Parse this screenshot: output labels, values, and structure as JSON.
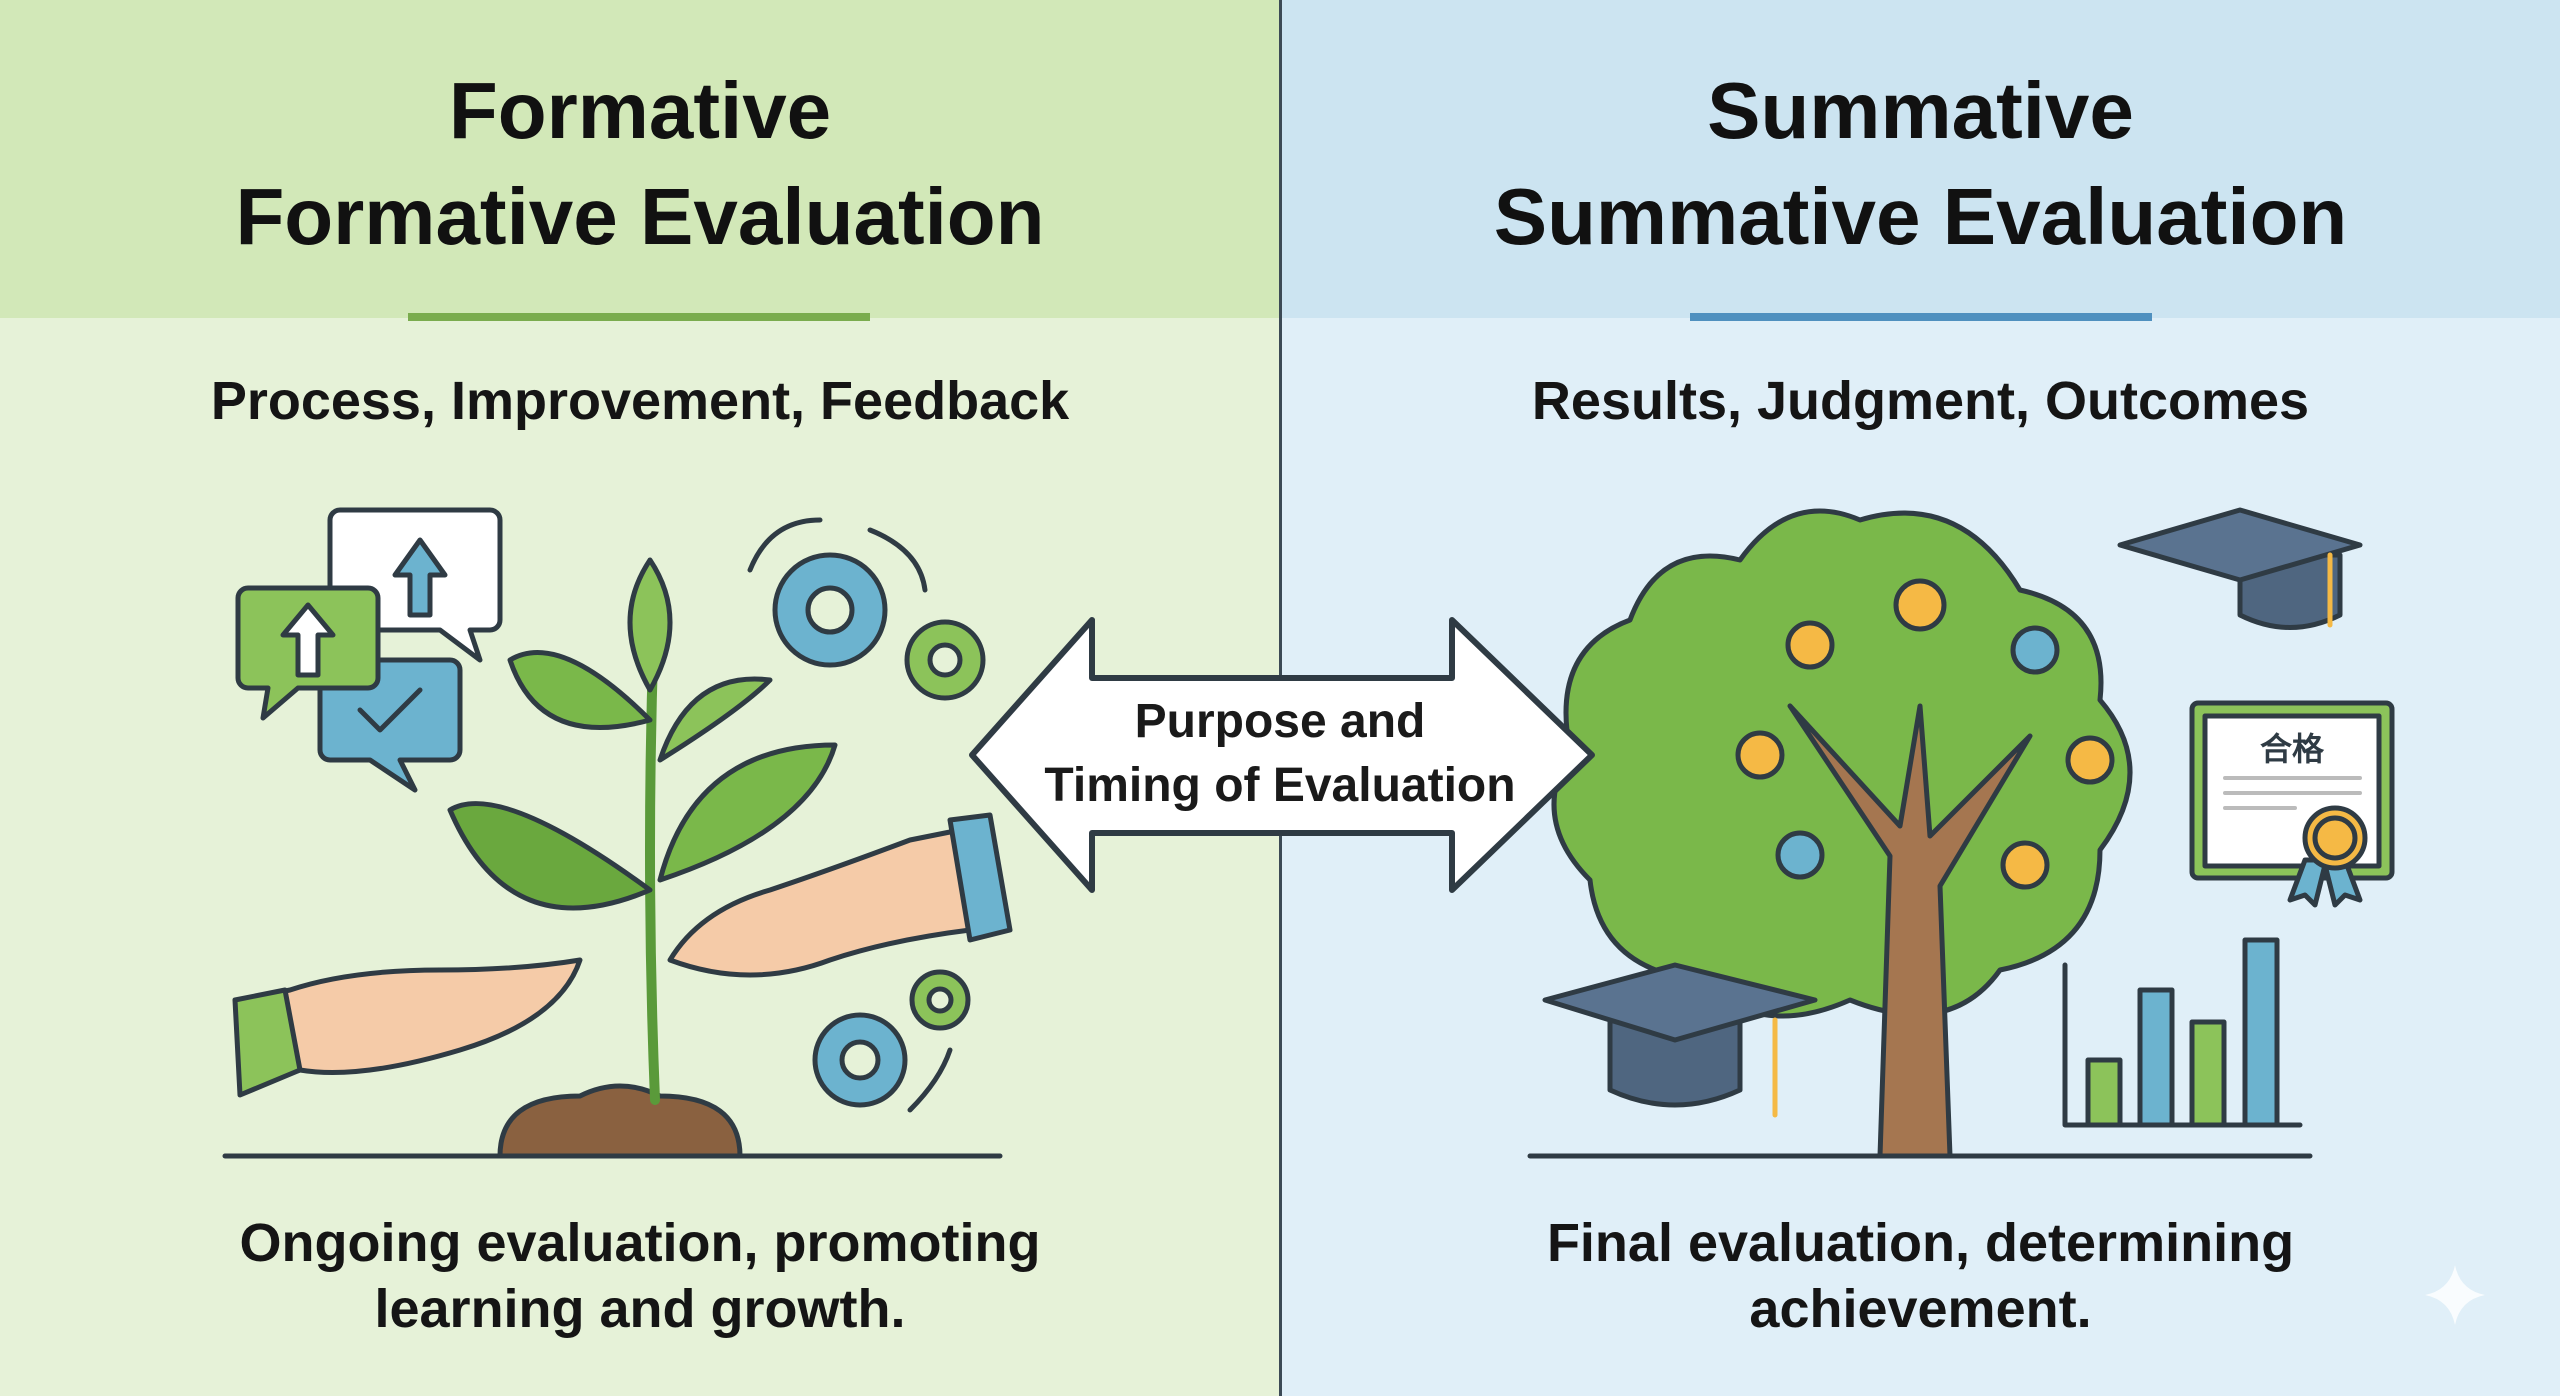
{
  "formative": {
    "title_line1": "Formative",
    "title_line2": "Formative Evaluation",
    "keywords": "Process, Improvement, Feedback",
    "description_line1": "Ongoing evaluation, promoting",
    "description_line2": "learning and growth.",
    "accent": "#7aac4e"
  },
  "summative": {
    "title_line1": "Summative",
    "title_line2": "Summative Evaluation",
    "keywords": "Results, Judgment, Outcomes",
    "description_line1": "Final evaluation, determining",
    "description_line2": "achievement.",
    "accent": "#4f90bf",
    "certificate_text": "合格"
  },
  "center_arrow": {
    "line1": "Purpose and",
    "line2": "Timing of Evaluation"
  }
}
